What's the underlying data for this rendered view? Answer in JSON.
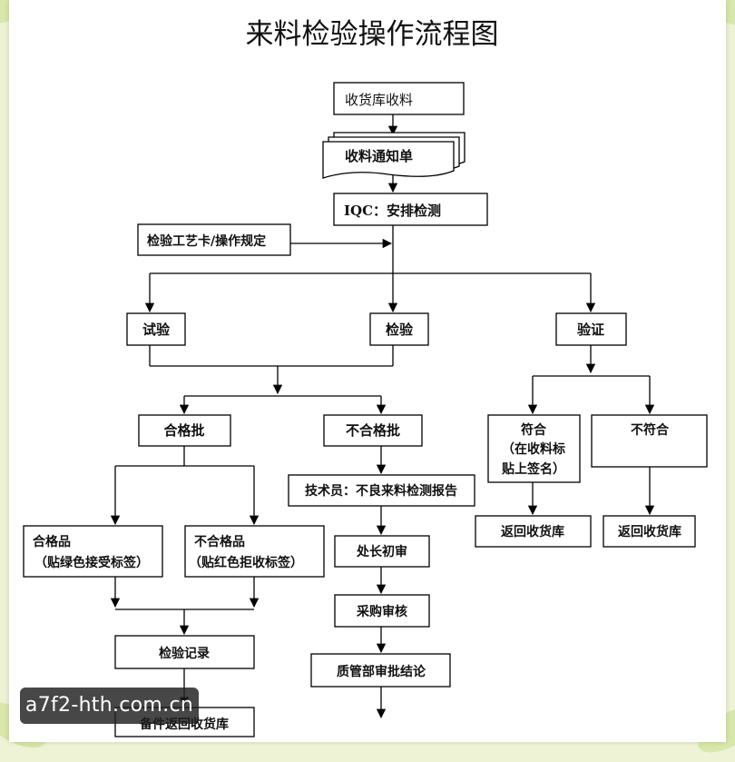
{
  "title": "来料检验操作流程图",
  "nodes": {
    "receive": "收货库收料",
    "notice": "收料通知单",
    "iqc": "IQC：安排检测",
    "card": "检验工艺卡/操作规定",
    "trial": "试验",
    "inspect": "检验",
    "verify": "验证",
    "pass_lot": "合格批",
    "fail_lot": "不合格批",
    "conform": [
      "符合",
      "（在收料标",
      "贴上签名）"
    ],
    "nonconform": "不符合",
    "tech_report": "技术员：不良来料检测报告",
    "return_a": "返回收货库",
    "return_b": "返回收货库",
    "good": [
      "合格品",
      "（贴绿色接受标签）"
    ],
    "bad": [
      "不合格品",
      "（贴红色拒收标签）"
    ],
    "chief_review": "处长初审",
    "purchase_review": "采购审核",
    "qm_approve": "质管部审批结论",
    "record": "检验记录",
    "parts_return": "备件返回收货库"
  },
  "watermark": "a7f2-hth.com.cn"
}
